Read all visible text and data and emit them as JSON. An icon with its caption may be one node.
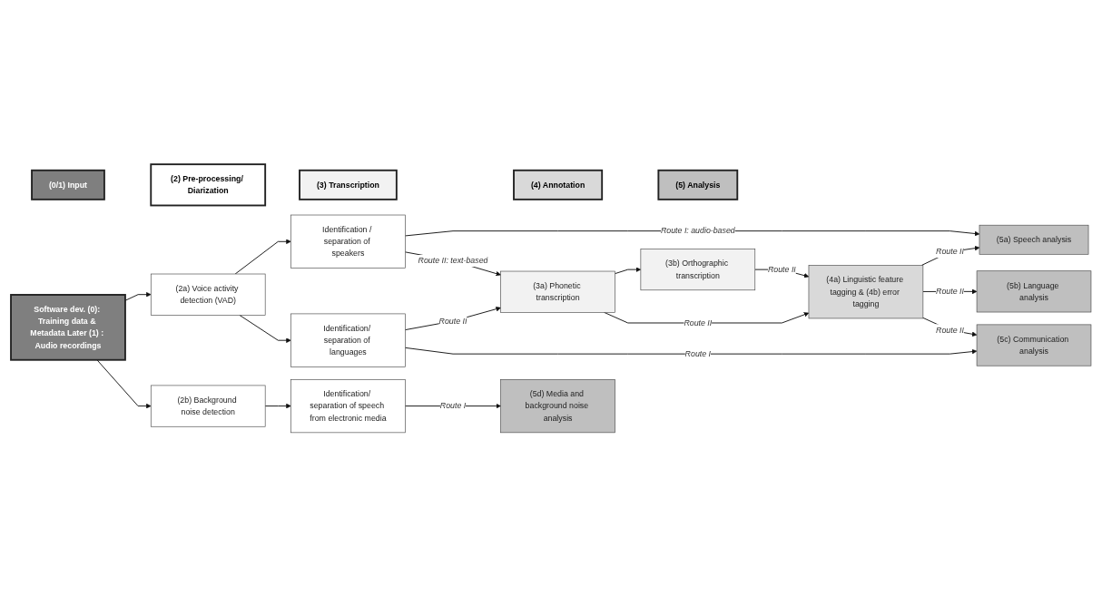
{
  "diagram": {
    "nodes": [
      {
        "text": [
          "(0/1) Input"
        ]
      },
      {
        "text": [
          "(2) Pre-processing/ Diarization"
        ]
      },
      {
        "text": [
          "(3) Transcription"
        ]
      },
      {
        "text": [
          "(4) Annotation"
        ]
      },
      {
        "text": [
          "(5) Analysis"
        ]
      },
      {
        "text": [
          "Software dev. (0): Training data & Metadata Later (1) : Audio recordings"
        ]
      },
      {
        "text": [
          "(2a) Voice activity detection (VAD)"
        ]
      },
      {
        "text": [
          "Identification / separation of speakers"
        ]
      },
      {
        "text": [
          "Identification/ separation of languages"
        ]
      },
      {
        "text": [
          "(2b) Background noise detection"
        ]
      },
      {
        "text": [
          "Identification/ separation of speech from electronic media"
        ]
      },
      {
        "text": [
          "(3a) Phonetic transcription"
        ]
      },
      {
        "text": [
          "(3b) Orthographic transcription"
        ]
      },
      {
        "text": [
          "(4a) Linguistic feature tagging & (4b) error tagging"
        ]
      },
      {
        "text": [
          "(5a) Speech analysis"
        ]
      },
      {
        "text": [
          "(5b) Language analysis"
        ]
      },
      {
        "text": [
          "(5c) Communication analysis"
        ]
      },
      {
        "text": [
          "(5d) Media and background noise analysis"
        ]
      }
    ],
    "edges": [
      {
        "from": 5,
        "to": 6,
        "arrow": "to"
      },
      {
        "from": 5,
        "to": 9,
        "arrow": "to"
      },
      {
        "from": 6,
        "to": 7,
        "arrow": "to"
      },
      {
        "from": 6,
        "to": 8,
        "arrow": "to"
      },
      {
        "from": 7,
        "to": 14,
        "arrow": "to",
        "label": "Route I: audio-based"
      },
      {
        "from": 7,
        "to": 11,
        "arrow": "to",
        "label": "Route II: text-based"
      },
      {
        "from": 8,
        "to": 11,
        "arrow": "to",
        "label": "Route II"
      },
      {
        "from": 8,
        "to": 16,
        "arrow": "to",
        "label": "Route I"
      },
      {
        "from": 9,
        "to": 10,
        "arrow": "to"
      },
      {
        "from": 10,
        "to": 17,
        "arrow": "to",
        "label": "Route I"
      },
      {
        "from": 11,
        "to": 12,
        "arrow": "to"
      },
      {
        "from": 11,
        "to": 13,
        "arrow": "to",
        "label": "Route II"
      },
      {
        "from": 12,
        "to": 13,
        "arrow": "to",
        "label": "Route II"
      },
      {
        "from": 13,
        "to": 14,
        "arrow": "to",
        "label": "Route II"
      },
      {
        "from": 13,
        "to": 15,
        "arrow": "to",
        "label": "Route II"
      },
      {
        "from": 13,
        "to": 16,
        "arrow": "to",
        "label": "Route II"
      }
    ]
  }
}
